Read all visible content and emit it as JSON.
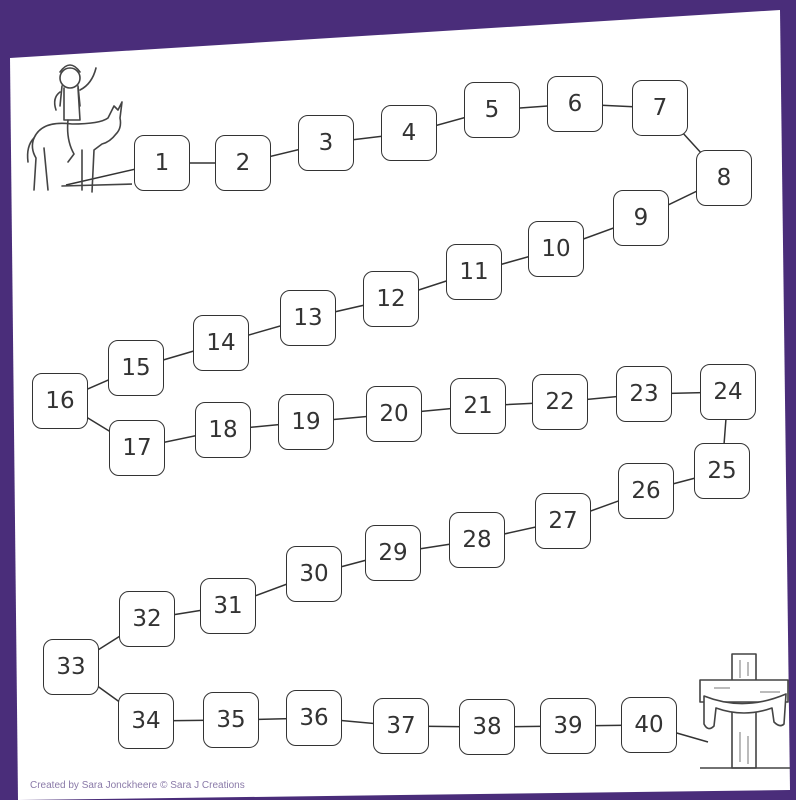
{
  "squares": [
    "1",
    "2",
    "3",
    "4",
    "5",
    "6",
    "7",
    "8",
    "9",
    "10",
    "11",
    "12",
    "13",
    "14",
    "15",
    "16",
    "17",
    "18",
    "19",
    "20",
    "21",
    "22",
    "23",
    "24",
    "25",
    "26",
    "27",
    "28",
    "29",
    "30",
    "31",
    "32",
    "33",
    "34",
    "35",
    "36",
    "37",
    "38",
    "39",
    "40"
  ],
  "start_image": "donkey-rider-icon",
  "end_image": "cross-icon",
  "credit": "Created by Sara Jonckheere © Sara J Creations",
  "colors": {
    "background": "#4a2d7a",
    "paper": "#ffffff",
    "ink": "#333333"
  }
}
